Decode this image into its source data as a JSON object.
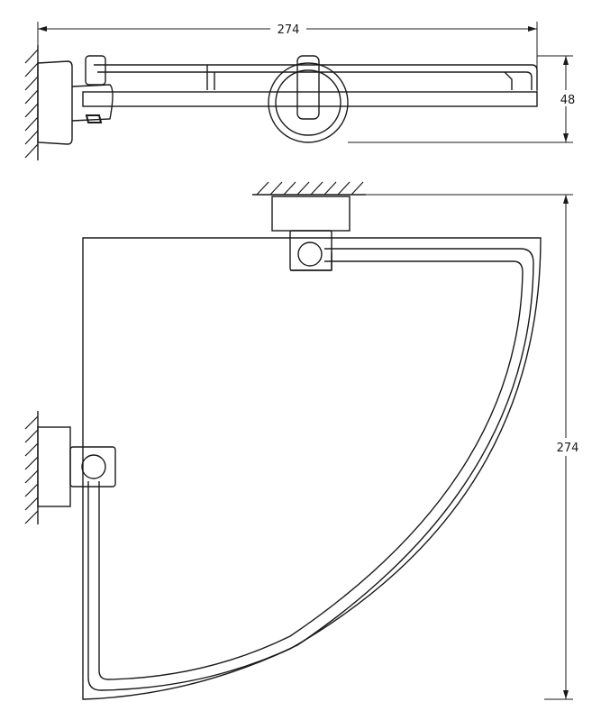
{
  "dimensions": {
    "top_width": "274",
    "top_height": "48",
    "plan_height": "274"
  }
}
